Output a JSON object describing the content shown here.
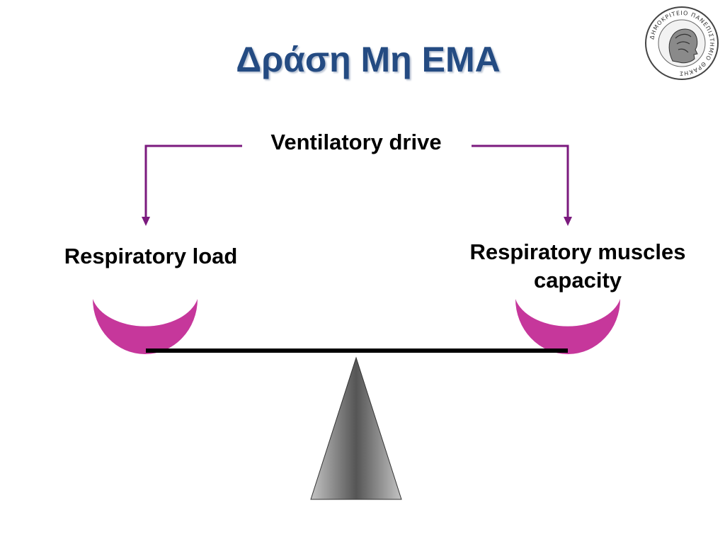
{
  "slide": {
    "title": "Δράση Μη ΕΜΑ",
    "title_color": "#244b82"
  },
  "diagram": {
    "drive_label": "Ventilatory drive",
    "load_label": "Respiratory load",
    "capacity_label_line1": "Respiratory muscles",
    "capacity_label_line2": "capacity",
    "arrow_color": "#7b1a7e",
    "pan_color": "#c6379b",
    "beam_color": "#000000",
    "fulcrum_color": "#666666"
  },
  "logo": {
    "icon": "university-seal-icon",
    "text": "ΔΗΜΟΚΡΙΤΕΙΟ ΠΑΝΕΠΙΣΤΗΜΙΟ ΘΡΑΚΗΣ"
  }
}
